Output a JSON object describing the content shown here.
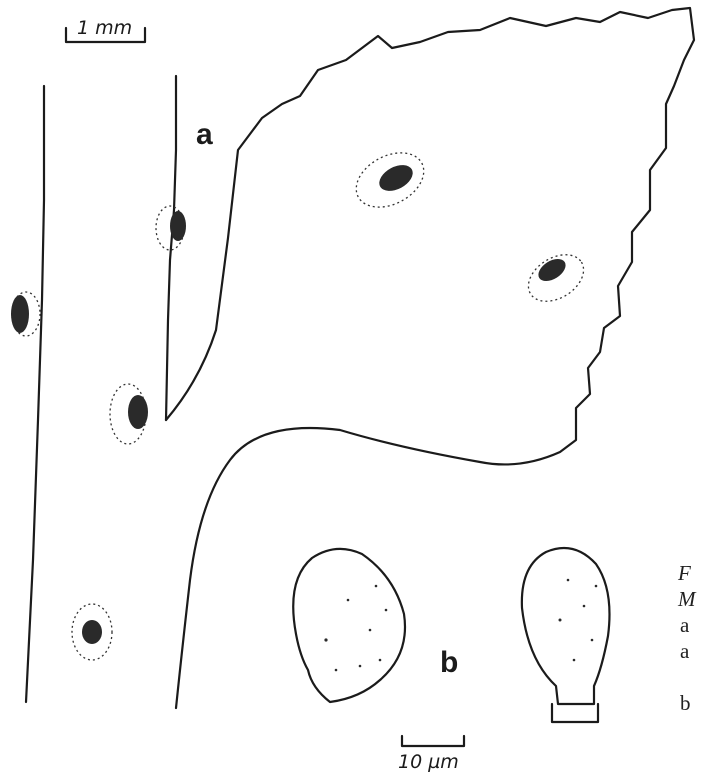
{
  "figure": {
    "scale_bar_mm": "1 mm",
    "scale_bar_um": "10 µm",
    "panel_a": "a",
    "panel_b": "b",
    "caption_fragments": [
      "F",
      "M",
      "a",
      "a",
      "b"
    ]
  }
}
